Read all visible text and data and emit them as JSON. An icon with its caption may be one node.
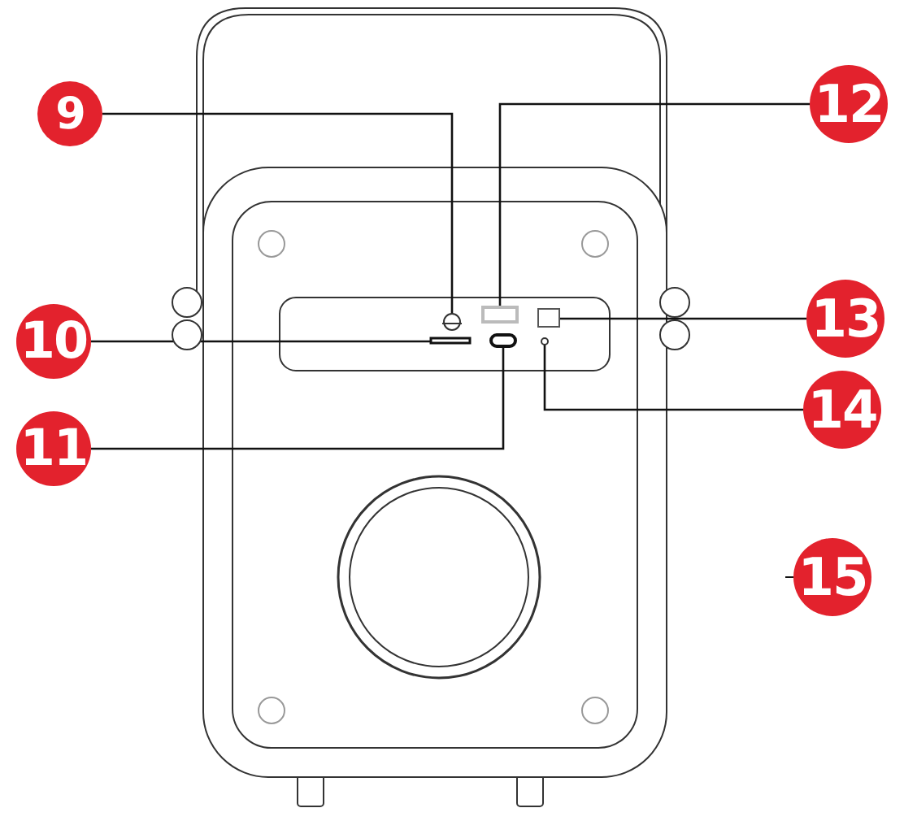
{
  "diagram": {
    "nodes": [
      {
        "text": [
          "9"
        ]
      },
      {
        "text": [
          "12"
        ]
      },
      {
        "text": [
          "10"
        ]
      },
      {
        "text": [
          "13"
        ]
      },
      {
        "text": [
          "11"
        ]
      },
      {
        "text": [
          "14"
        ]
      },
      {
        "text": [
          "15"
        ]
      },
      {
        "text": [],
        "shape": "circle"
      },
      {
        "text": [],
        "shape": "box"
      },
      {
        "text": [],
        "shape": "box"
      },
      {
        "text": [],
        "shape": "box"
      },
      {
        "text": [],
        "shape": "box"
      },
      {
        "text": [],
        "shape": "circle"
      }
    ],
    "edges": [
      {
        "from": 0,
        "to": 7,
        "arrow": "none"
      },
      {
        "from": 1,
        "to": 8,
        "arrow": "none"
      },
      {
        "from": 2,
        "to": 9,
        "arrow": "none"
      },
      {
        "from": 3,
        "to": 10,
        "arrow": "none"
      },
      {
        "from": 4,
        "to": 11,
        "arrow": "none"
      },
      {
        "from": 5,
        "to": 12,
        "arrow": "none"
      },
      {
        "from": 6,
        "to": null,
        "arrow": "none"
      }
    ]
  }
}
